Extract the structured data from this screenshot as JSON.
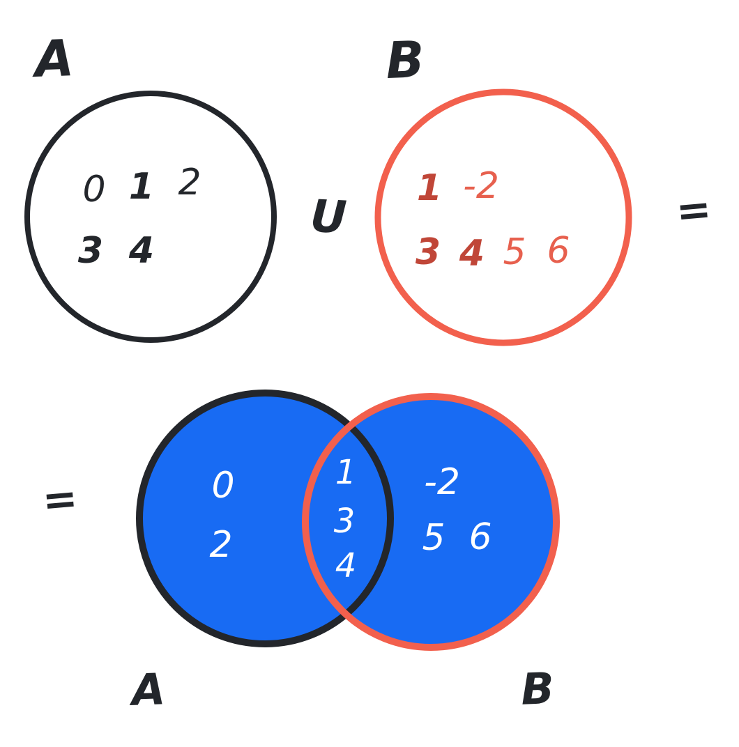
{
  "colors": {
    "ink": "#23262b",
    "red": "#f2604d",
    "blue": "#186bf3",
    "dark_red": "#c04638",
    "salmon": "#e7604e",
    "white_text": "#ffffff"
  },
  "top": {
    "set_a": {
      "label": "A",
      "elements": {
        "e0": "0",
        "e1": "1",
        "e2": "2",
        "e3": "3",
        "e4": "4"
      }
    },
    "operator_union": "U",
    "set_b": {
      "label": "B",
      "elements": {
        "e1": "1",
        "em2": "-2",
        "e3": "3",
        "e4": "4",
        "e5": "5",
        "e6": "6"
      }
    },
    "equals": "="
  },
  "bottom": {
    "equals": "=",
    "venn": {
      "label_a": "A",
      "label_b": "B",
      "a_only": {
        "e0": "0",
        "e2": "2"
      },
      "intersection": {
        "e1": "1",
        "e3": "3",
        "e4": "4"
      },
      "b_only": {
        "em2": "-2",
        "e5": "5",
        "e6": "6"
      }
    }
  }
}
